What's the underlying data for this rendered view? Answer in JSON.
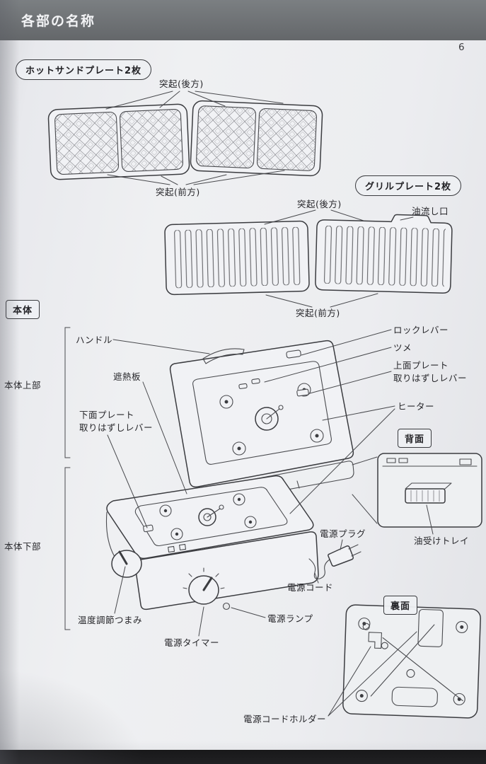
{
  "colors": {
    "header_bar": "#6f7376",
    "footer_bar": "#131314",
    "paper": "#edeff1",
    "ink": "#26262a"
  },
  "header": {
    "title": "各部の名称"
  },
  "page_number": "6",
  "hot_sand_section": {
    "title": "ホットサンドプレート2枚",
    "protrusion_rear": "突起(後方)",
    "protrusion_front": "突起(前方)"
  },
  "grill_section": {
    "title": "グリルプレート2枚",
    "protrusion_rear": "突起(後方)",
    "oil_drain": "油流し口",
    "protrusion_front": "突起(前方)"
  },
  "body_section": {
    "title": "本体",
    "handle": "ハンドル",
    "upper_body": "本体上部",
    "heat_shield": "遮熱板",
    "lower_plate_release_lever": "下面プレート\n取りはずしレバー",
    "lower_body": "本体下部",
    "temperature_knob": "温度調節つまみ",
    "power_timer": "電源タイマー",
    "lock_lever": "ロックレバー",
    "claw": "ツメ",
    "upper_plate_release_lever": "上面プレート\n取りはずしレバー",
    "heater": "ヒーター",
    "power_plug": "電源プラグ",
    "power_cord": "電源コード",
    "power_lamp": "電源ランプ"
  },
  "back_section": {
    "title": "背面",
    "oil_tray": "油受けトレイ"
  },
  "underside_section": {
    "title": "裏面",
    "cord_holder": "電源コードホルダー"
  }
}
